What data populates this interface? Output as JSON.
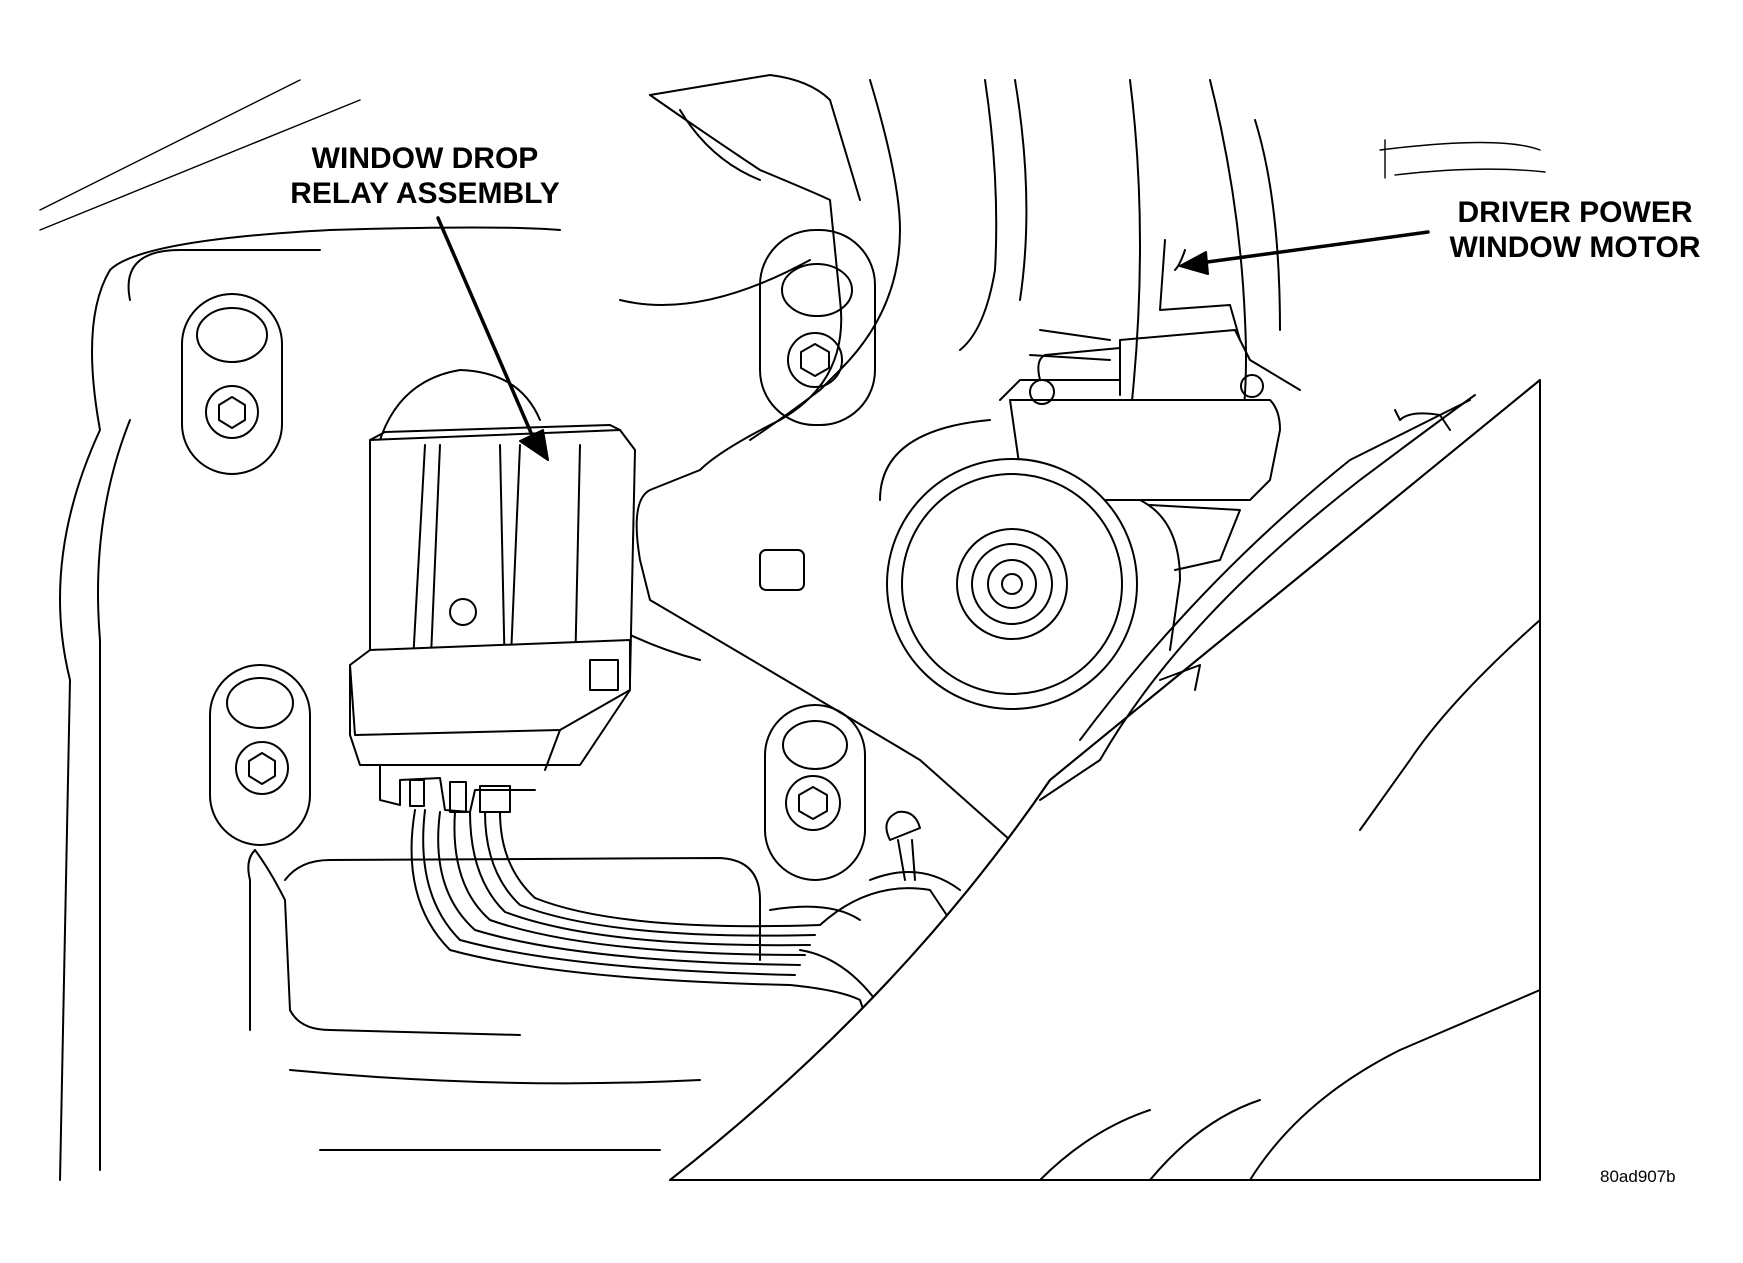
{
  "callouts": {
    "relay": {
      "line1": "WINDOW DROP",
      "line2": "RELAY ASSEMBLY"
    },
    "motor": {
      "line1": "DRIVER POWER",
      "line2": "WINDOW MOTOR"
    }
  },
  "figure_id": "80ad907b",
  "colors": {
    "ink": "#000000",
    "paper": "#ffffff"
  }
}
